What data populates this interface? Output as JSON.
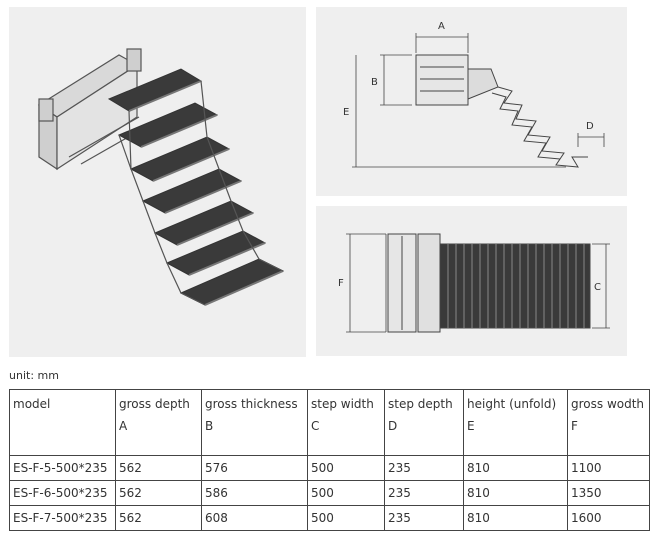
{
  "diagram_labels": {
    "a": "A",
    "b": "B",
    "c": "C",
    "d": "D",
    "e": "E",
    "f": "F"
  },
  "unit_label": "unit: mm",
  "table": {
    "columns": [
      {
        "line1": "model",
        "line2": ""
      },
      {
        "line1": "gross depth",
        "line2": "A"
      },
      {
        "line1": "gross thickness",
        "line2": "B"
      },
      {
        "line1": "step width",
        "line2": "C"
      },
      {
        "line1": "step depth",
        "line2": "D"
      },
      {
        "line1": "height (unfold)",
        "line2": "E"
      },
      {
        "line1": "gross wodth",
        "line2": "F"
      }
    ],
    "rows": [
      [
        "ES-F-5-500*235",
        "562",
        "576",
        "500",
        "235",
        "810",
        "1100"
      ],
      [
        "ES-F-6-500*235",
        "562",
        "586",
        "500",
        "235",
        "810",
        "1350"
      ],
      [
        "ES-F-7-500*235",
        "562",
        "608",
        "500",
        "235",
        "810",
        "1600"
      ]
    ]
  }
}
